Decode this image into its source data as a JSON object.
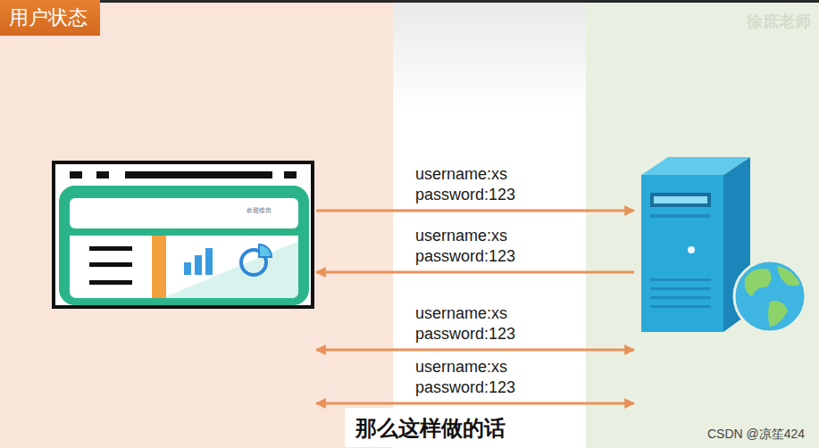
{
  "diagram": {
    "title": "用户状态",
    "caption": "那么这样做的话",
    "nodes": [
      {
        "text": [
          "欢迎徐庶"
        ]
      },
      {
        "text": []
      }
    ],
    "edges": [
      {
        "from": 0,
        "to": 1,
        "label": "username:xs password:123",
        "arrow": "to"
      },
      {
        "from": 1,
        "to": 0,
        "label": "username:xs password:123",
        "arrow": "to"
      },
      {
        "from": 0,
        "to": 1,
        "label": "username:xs password:123",
        "arrow": "both"
      },
      {
        "from": 0,
        "to": 1,
        "label": "username:xs password:123",
        "arrow": "both"
      }
    ],
    "labels": [
      "徐庶老师",
      "CSDN @凉笙424"
    ]
  }
}
